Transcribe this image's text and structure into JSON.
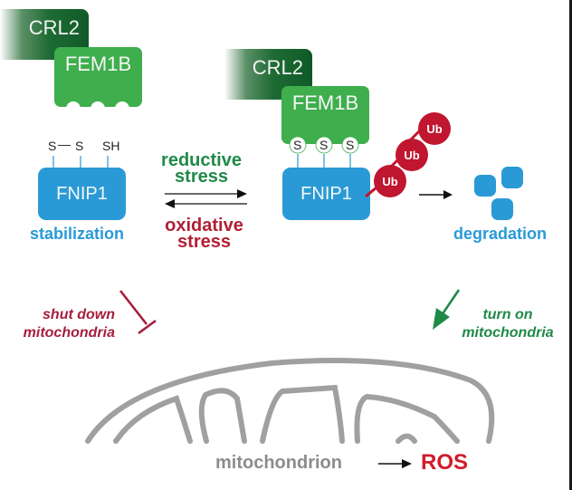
{
  "left_complex": {
    "crl2": "CRL2",
    "fem1b": "FEM1B",
    "fnip1": "FNIP1",
    "thiols": [
      "S",
      "S",
      "SH"
    ],
    "disulfide_bond": "—",
    "state_label": "stabilization"
  },
  "stress": {
    "reductive": [
      "reductive",
      "stress"
    ],
    "oxidative": [
      "oxidative",
      "stress"
    ]
  },
  "right_complex": {
    "crl2": "CRL2",
    "fem1b": "FEM1B",
    "fnip1": "FNIP1",
    "thiols": [
      "S",
      "S",
      "S"
    ],
    "ubiquitin": [
      "Ub",
      "Ub",
      "Ub"
    ],
    "state_label": "degradation"
  },
  "effects": {
    "shut_down": [
      "shut down",
      "mitochondria"
    ],
    "turn_on": [
      "turn on",
      "mitochondria"
    ]
  },
  "mitochondrion": {
    "label": "mitochondrion",
    "product": "ROS"
  },
  "colors": {
    "fnip1_blue": "#2a9ad6",
    "fem1b_green": "#3fae4d",
    "crl2_dark_green": "#0f5a28",
    "reductive_green": "#1f8a47",
    "oxidative_red": "#b21f35",
    "ubiquitin_red": "#c0162f",
    "mitochondrion_gray": "#a0a0a0",
    "ros_red": "#d01b2a"
  }
}
